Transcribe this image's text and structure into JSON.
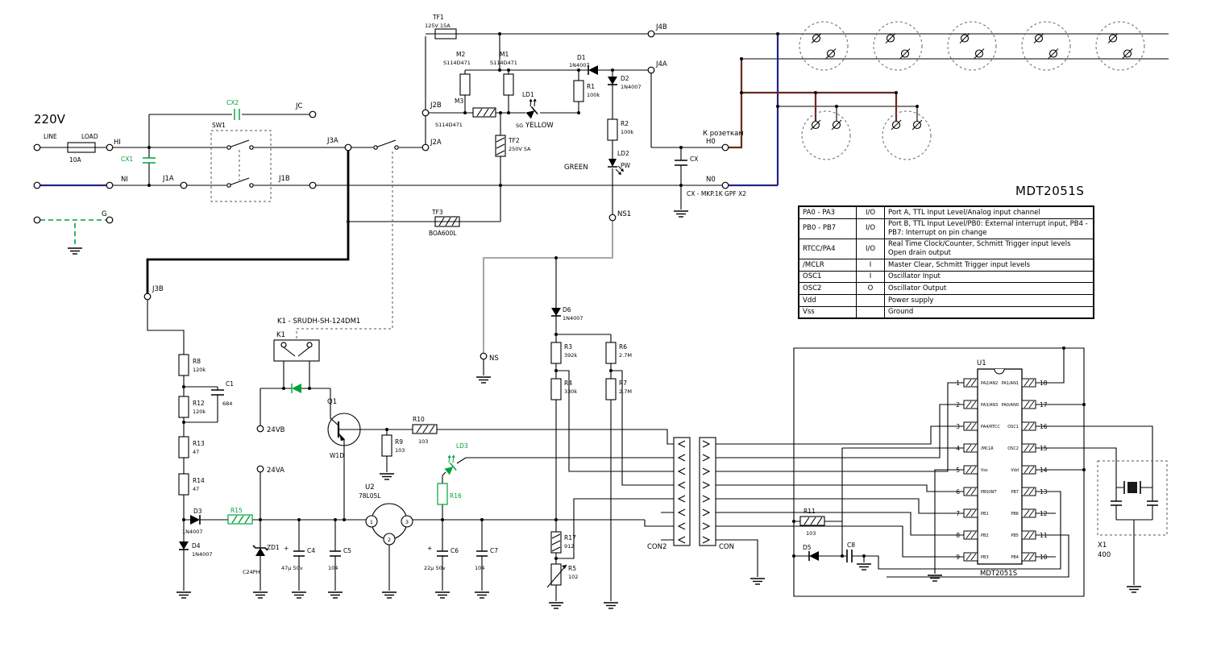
{
  "mains": {
    "voltage": "220V",
    "line": "LINE",
    "load": "LOAD",
    "fuse_rating": "10A",
    "hi": "HI",
    "ni": "NI",
    "g": "G"
  },
  "junctions": {
    "j1a": "J1A",
    "j1b": "J1B",
    "j2a": "J2A",
    "j2b": "J2B",
    "j3a": "J3A",
    "j3b": "J3B",
    "j4a": "J4A",
    "j4b": "J4B",
    "jc": "JC",
    "h0": "H0",
    "n0": "N0",
    "ns": "NS",
    "ns1": "NS1",
    "v24b": "24VB",
    "v24a": "24VA"
  },
  "outlets_label": "К розеткам",
  "switch_ref": "SW1",
  "x_caps": {
    "cx1": "CX1",
    "cx2": "CX2",
    "cx": "CX",
    "note": "CX - MKP.1K GPF X2"
  },
  "fuses": {
    "tf1": {
      "ref": "TF1",
      "val": "125V 15A"
    },
    "tf2": {
      "ref": "TF2",
      "val": "250V 5A"
    },
    "tf3": {
      "ref": "TF3",
      "val": "BOA600L"
    }
  },
  "varistors": {
    "m1": {
      "ref": "M1",
      "val": "S114D471"
    },
    "m2": {
      "ref": "M2",
      "val": "S114D471"
    },
    "m3": {
      "ref": "M3",
      "val": "S114D471"
    }
  },
  "diodes": {
    "d1": {
      "ref": "D1",
      "val": "1N4007"
    },
    "d2": {
      "ref": "D2",
      "val": "1N4007"
    },
    "d3": {
      "ref": "D3",
      "val": "1N4007"
    },
    "d4": {
      "ref": "D4",
      "val": "1N4007"
    },
    "d5": {
      "ref": "D5"
    },
    "d6": {
      "ref": "D6",
      "val": "1N4007"
    },
    "zd1": {
      "ref": "ZD1",
      "val": "C24PH"
    }
  },
  "leds": {
    "ld1": {
      "ref": "LD1",
      "tag": "SG",
      "color": "YELLOW"
    },
    "ld2": {
      "ref": "LD2",
      "color": "GREEN",
      "tag": "PW"
    },
    "ld3": {
      "ref": "LD3"
    }
  },
  "resistors": {
    "r1": {
      "ref": "R1",
      "val": "100k"
    },
    "r2": {
      "ref": "R2",
      "val": "100k"
    },
    "r3": {
      "ref": "R3",
      "val": "392k"
    },
    "r4": {
      "ref": "R4",
      "val": "330k"
    },
    "r5": {
      "ref": "R5",
      "val": "102"
    },
    "r6": {
      "ref": "R6",
      "val": "2.7M"
    },
    "r7": {
      "ref": "R7",
      "val": "2.7M"
    },
    "r8": {
      "ref": "R8",
      "val": "120k"
    },
    "r9": {
      "ref": "R9",
      "val": "103"
    },
    "r10": {
      "ref": "R10",
      "val": "103"
    },
    "r11": {
      "ref": "R11",
      "val": "103"
    },
    "r12": {
      "ref": "R12",
      "val": "120k"
    },
    "r13": {
      "ref": "R13",
      "val": "47"
    },
    "r14": {
      "ref": "R14",
      "val": "47"
    },
    "r15": {
      "ref": "R15"
    },
    "r16": {
      "ref": "R16"
    },
    "r17": {
      "ref": "R17",
      "val": "912"
    }
  },
  "caps": {
    "c1": {
      "ref": "C1",
      "val": "684"
    },
    "c4": {
      "ref": "C4",
      "val": "47µ 50v",
      "pol": "+"
    },
    "c5": {
      "ref": "C5",
      "val": "104"
    },
    "c6": {
      "ref": "C6",
      "val": "22µ 50v",
      "pol": "+"
    },
    "c7": {
      "ref": "C7",
      "val": "104"
    },
    "c8": {
      "ref": "C8"
    }
  },
  "relay": {
    "title": "K1 - SRUDH-SH-124DM1",
    "ref": "K1"
  },
  "transistor": {
    "ref": "Q1",
    "val": "W1D"
  },
  "regulator": {
    "ref": "U2",
    "val": "78L05L",
    "p1": "1",
    "p2": "2",
    "p3": "3"
  },
  "connectors": {
    "con2": "CON2",
    "con": "CON"
  },
  "crystal": {
    "ref": "X1",
    "val": "400"
  },
  "mcu": {
    "ref": "U1",
    "part": "MDT2051S",
    "left_pins": [
      {
        "n": "1",
        "name": "PA2/AN2"
      },
      {
        "n": "2",
        "name": "PA3/AN3"
      },
      {
        "n": "3",
        "name": "PA4/RTCC"
      },
      {
        "n": "4",
        "name": "/MCLR"
      },
      {
        "n": "5",
        "name": "Vss"
      },
      {
        "n": "6",
        "name": "PB0/INT"
      },
      {
        "n": "7",
        "name": "PB1"
      },
      {
        "n": "8",
        "name": "PB2"
      },
      {
        "n": "9",
        "name": "PB3"
      }
    ],
    "right_pins": [
      {
        "n": "18",
        "name": "PA1/AN1"
      },
      {
        "n": "17",
        "name": "PA0/AN0"
      },
      {
        "n": "16",
        "name": "OSC1"
      },
      {
        "n": "15",
        "name": "OSC2"
      },
      {
        "n": "14",
        "name": "Vdd"
      },
      {
        "n": "13",
        "name": "PB7"
      },
      {
        "n": "12",
        "name": "PB6"
      },
      {
        "n": "11",
        "name": "PB5"
      },
      {
        "n": "10",
        "name": "PB4"
      }
    ]
  },
  "pin_table": {
    "title": "MDT2051S",
    "rows": [
      {
        "pin": "PA0 - PA3",
        "io": "I/O",
        "desc": "Port A, TTL Input Level/Analog input channel"
      },
      {
        "pin": "PB0 - PB7",
        "io": "I/O",
        "desc": "Port B, TTL Input Level/PB0: External interrupt input, PB4 - PB7: Interrupt on pin change"
      },
      {
        "pin": "RTCC/PA4",
        "io": "I/O",
        "desc": "Real Time Clock/Counter, Schmitt Trigger input levels Open drain output"
      },
      {
        "pin": "/MCLR",
        "io": "I",
        "desc": "Master Clear, Schmitt Trigger input levels"
      },
      {
        "pin": "OSC1",
        "io": "I",
        "desc": "Oscillator Input"
      },
      {
        "pin": "OSC2",
        "io": "O",
        "desc": "Oscillator Output"
      },
      {
        "pin": "Vdd",
        "io": "",
        "desc": "Power supply"
      },
      {
        "pin": "Vss",
        "io": "",
        "desc": "Ground"
      }
    ]
  }
}
